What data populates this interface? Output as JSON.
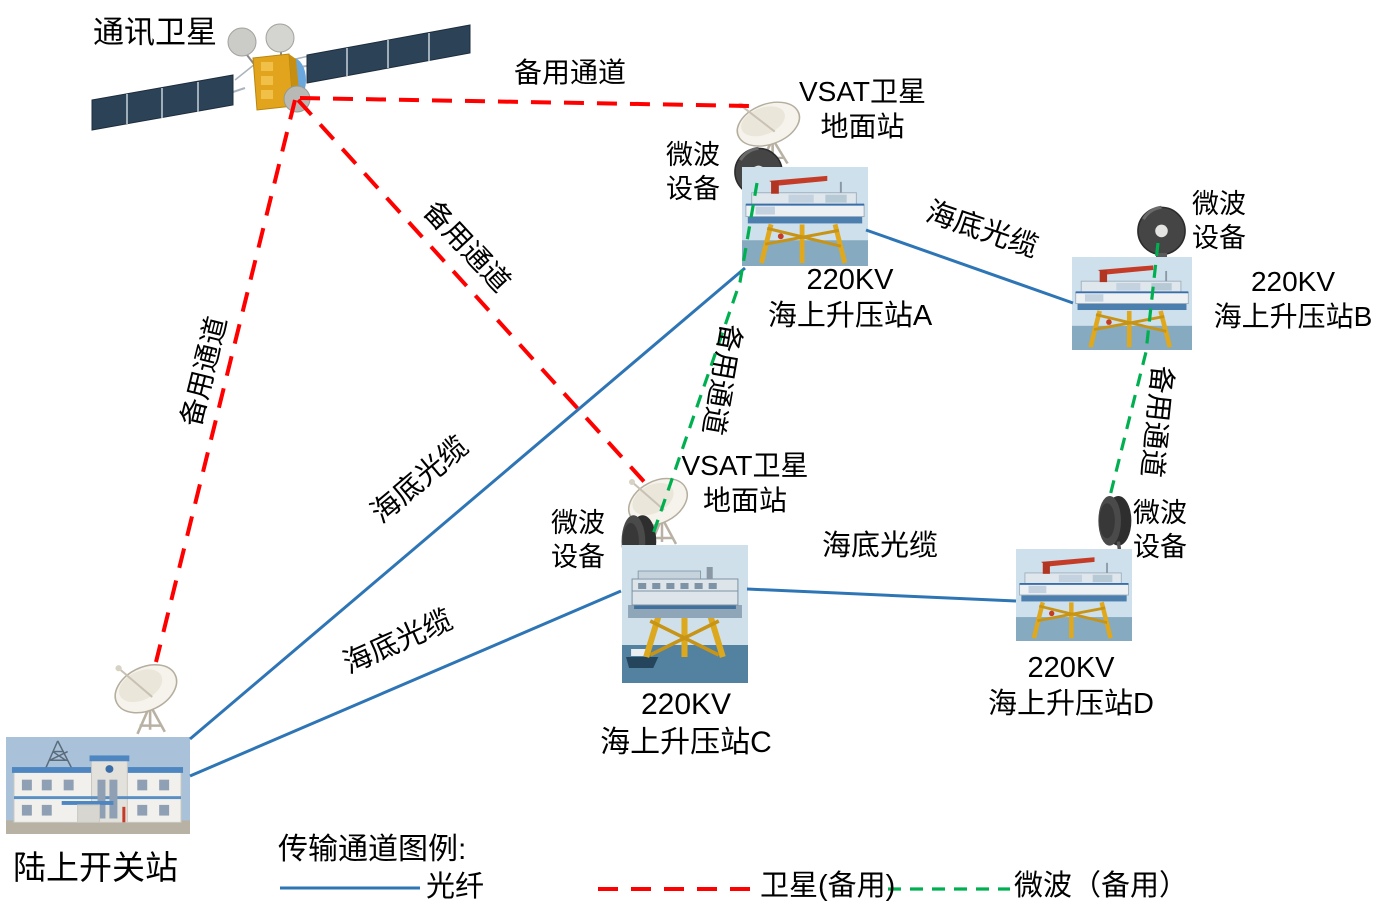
{
  "diagram": {
    "description_note": "Offshore wind farm communication network diagram"
  },
  "nodes": {
    "comm_satellite": {
      "label": "通讯卫星"
    },
    "vsat_a": {
      "lines": [
        "VSAT卫星",
        "地面站"
      ]
    },
    "mw_a": {
      "lines": [
        "微波",
        "设备"
      ]
    },
    "station_a": {
      "lines": [
        "220KV",
        "海上升压站A"
      ]
    },
    "mw_b": {
      "lines": [
        "微波",
        "设备"
      ]
    },
    "station_b": {
      "lines": [
        "220KV",
        "海上升压站B"
      ]
    },
    "vsat_c": {
      "lines": [
        "VSAT卫星",
        "地面站"
      ]
    },
    "mw_c": {
      "lines": [
        "微波",
        "设备"
      ]
    },
    "station_c": {
      "lines": [
        "220KV",
        "海上升压站C"
      ]
    },
    "mw_d": {
      "lines": [
        "微波",
        "设备"
      ]
    },
    "station_d": {
      "lines": [
        "220KV",
        "海上升压站D"
      ]
    },
    "onshore": {
      "label": "陆上开关站"
    }
  },
  "edges": {
    "sat_a": {
      "label": "备用通道"
    },
    "sat_c": {
      "label": "备用通道"
    },
    "sat_shore": {
      "label": "备用通道"
    },
    "mw_a_c": {
      "label": "备用通道"
    },
    "mw_b_d": {
      "label": "备用通道"
    },
    "fiber_shore_a": {
      "label": "海底光缆"
    },
    "fiber_shore_c": {
      "label": "海底光缆"
    },
    "fiber_a_b": {
      "label": "海底光缆"
    },
    "fiber_c_d": {
      "label": "海底光缆"
    }
  },
  "legend": {
    "title": "传输通道图例:",
    "fiber": "光纤",
    "satellite_backup": "卫星(备用)",
    "microwave_backup": "微波（备用）"
  },
  "colors": {
    "fiber": "#2E75B6",
    "satellite_backup": "#FF0000",
    "microwave_backup": "#00B050"
  }
}
